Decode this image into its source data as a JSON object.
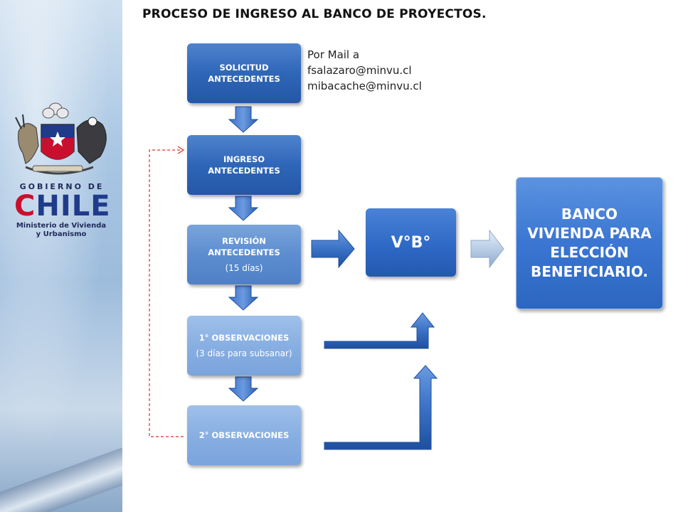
{
  "title": "PROCESO DE INGRESO AL BANCO DE PROYECTOS.",
  "logo": {
    "gobierno": "GOBIERNO DE",
    "chile": "CHILE",
    "ministerio_1": "Ministerio de Vivienda",
    "ministerio_2": "y Urbanismo"
  },
  "mail_note": {
    "line1": "Por Mail a",
    "line2": "fsalazaro@minvu.cl",
    "line3": "mibacache@minvu.cl"
  },
  "steps": [
    {
      "label": "SOLICITUD ANTECEDENTES",
      "sub": ""
    },
    {
      "label": "INGRESO ANTECEDENTES",
      "sub": ""
    },
    {
      "label": "REVISIÓN ANTECEDENTES",
      "sub": "(15 días)"
    },
    {
      "label": "1° OBSERVACIONES",
      "sub": "(3 días para subsanar)"
    },
    {
      "label": "2° OBSERVACIONES",
      "sub": ""
    }
  ],
  "approval": {
    "label": "V°B°"
  },
  "result": {
    "line1": "BANCO",
    "line2": "VIVIENDA PARA",
    "line3": "ELECCIÓN",
    "line4": "BENEFICIARIO."
  },
  "colors": {
    "step_dark": "#2f66b8",
    "step_light": "#88afe2",
    "arrow": "#2b60b4",
    "feedback_line": "#d9342b"
  }
}
